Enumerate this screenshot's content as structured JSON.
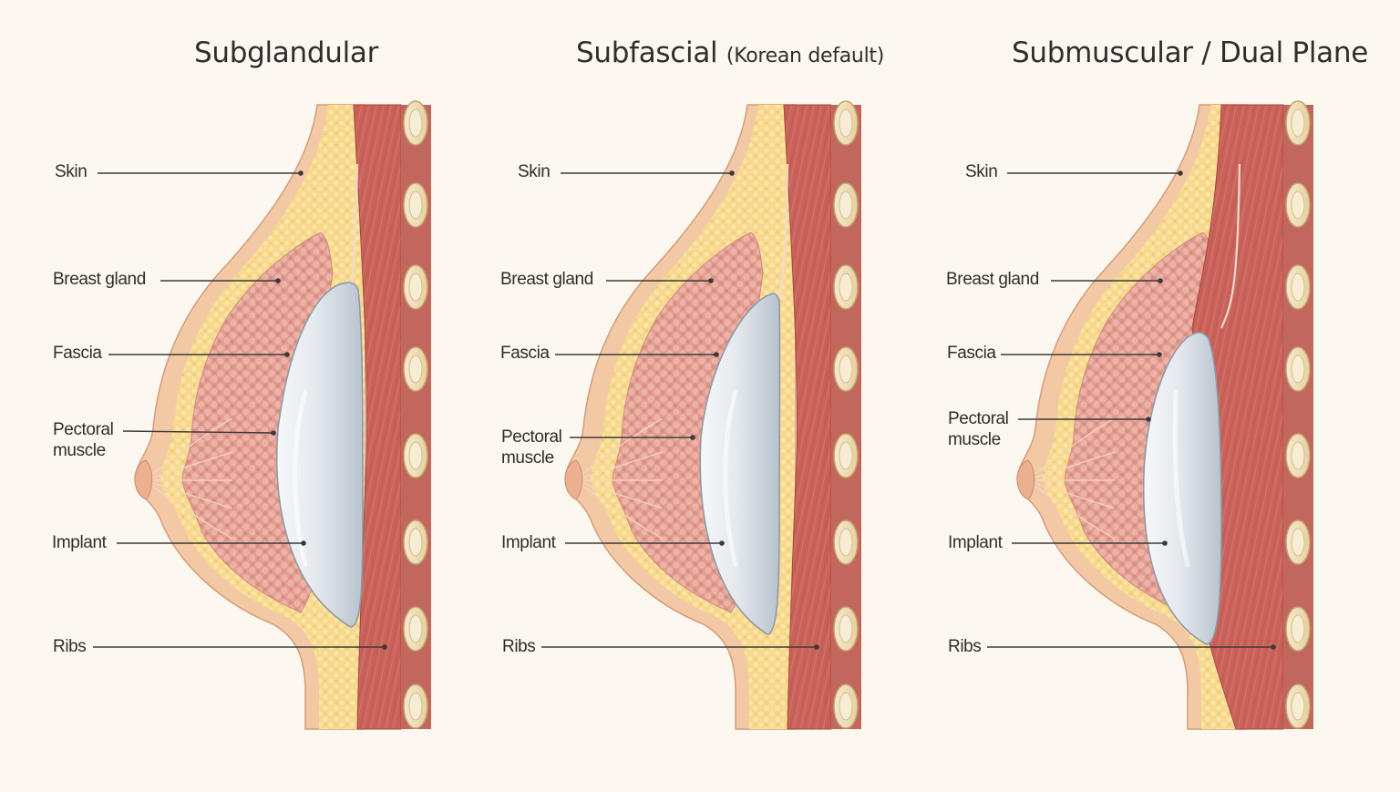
{
  "panels": [
    {
      "title": "Subglandular",
      "subtitle": "",
      "labels": {
        "skin": "Skin",
        "gland": "Breast gland",
        "fascia": "Fascia",
        "pectoral": "Pectoral\nmuscle",
        "implant": "Implant",
        "ribs": "Ribs"
      }
    },
    {
      "title": "Subfascial",
      "subtitle": "(Korean default)",
      "labels": {
        "skin": "Skin",
        "gland": "Breast gland",
        "fascia": "Fascia",
        "pectoral": "Pectoral\nmuscle",
        "implant": "Implant",
        "ribs": "Ribs"
      }
    },
    {
      "title": "Submuscular / Dual Plane",
      "subtitle": "",
      "labels": {
        "skin": "Skin",
        "gland": "Breast gland",
        "fascia": "Fascia",
        "pectoral": "Pectoral\nmuscle",
        "implant": "Implant",
        "ribs": "Ribs"
      }
    }
  ],
  "colors": {
    "background": "#fcf8f0",
    "skin": "#f3c9a5",
    "fat": "#f7d88c",
    "gland": "#e8a59a",
    "muscle": "#c9635a",
    "implant": "#e3e8ee",
    "rib": "#efdcb2",
    "leader": "#3a3a3a"
  }
}
